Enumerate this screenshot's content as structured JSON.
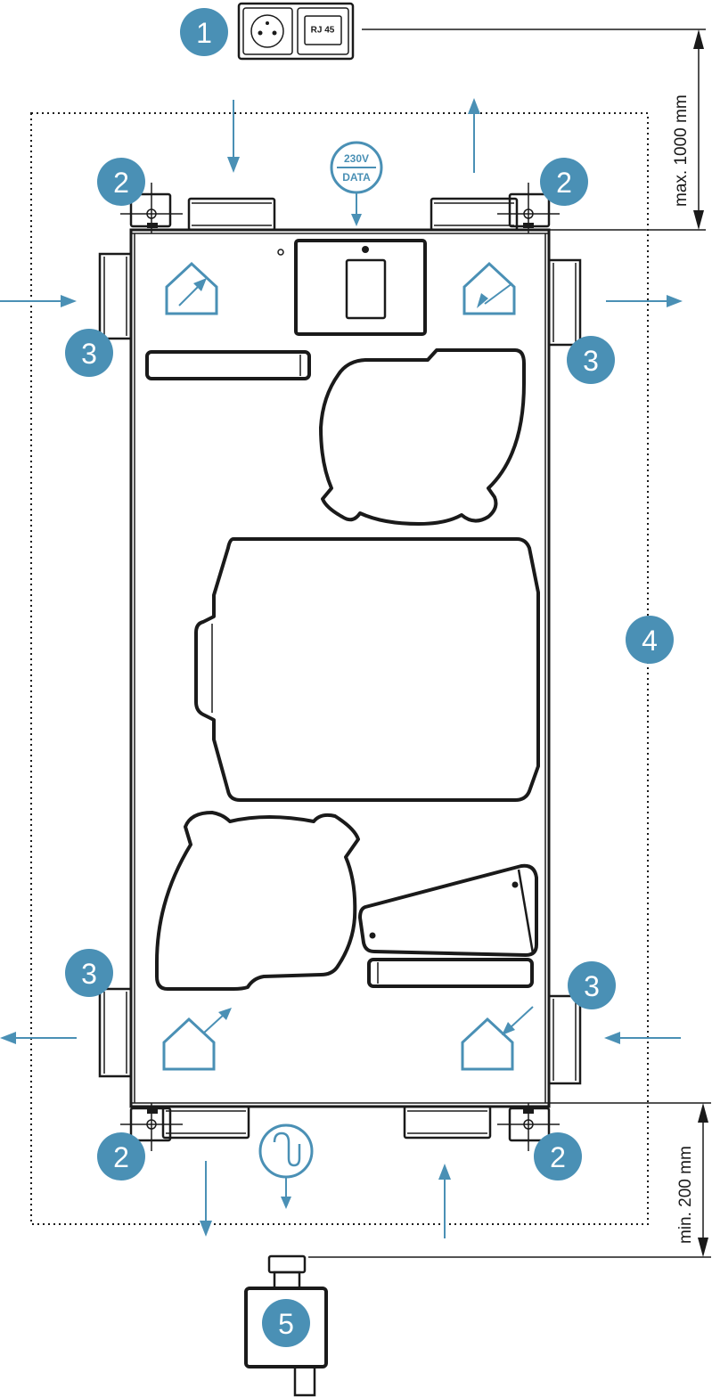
{
  "badges": {
    "socket": "1",
    "bracket_top_left": "2",
    "bracket_top_right": "2",
    "bracket_bottom_left": "2",
    "bracket_bottom_right": "2",
    "duct_left_top": "3",
    "duct_right_top": "3",
    "duct_left_bottom": "3",
    "duct_right_bottom": "3",
    "clearance_zone": "4",
    "siphon": "5"
  },
  "labels": {
    "rj45": "RJ 45",
    "power_line1": "230V",
    "power_line2": "DATA",
    "dim_top": "max. 1000 mm",
    "dim_bottom": "min. 200 mm"
  },
  "colors": {
    "accent": "#4a90b5",
    "line": "#1a1a1a",
    "background": "#ffffff"
  },
  "icons": {
    "socket": "power-socket-icon",
    "network": "rj45-port-icon",
    "power_data": "power-data-connection-icon",
    "condensate": "condensate-drain-icon"
  }
}
